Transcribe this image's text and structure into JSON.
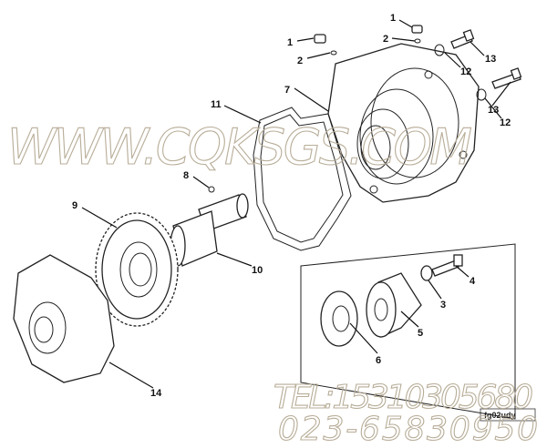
{
  "callouts": {
    "c1a": "1",
    "c1b": "1",
    "c2a": "2",
    "c2b": "2",
    "c13a": "13",
    "c13b": "13",
    "c12a": "12",
    "c12b": "12",
    "c7": "7",
    "c11": "11",
    "c8": "8",
    "c9": "9",
    "c10": "10",
    "c4": "4",
    "c3": "3",
    "c5": "5",
    "c6": "6",
    "c14": "14"
  },
  "figure_tag": "fg02udy",
  "watermark": {
    "site": "WWW.CQKSGS.COM",
    "tel": "TEL:15310305680",
    "phone": "023-65830950"
  }
}
